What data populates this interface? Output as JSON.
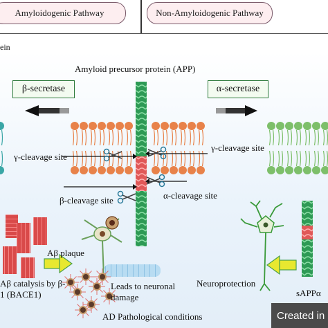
{
  "header": {
    "left_pathway": "Amyloidogenic Pathway",
    "right_pathway": "Non-Amyloidogenic Pathway",
    "cut_label": "ein"
  },
  "diagram": {
    "app_label": "Amyloid precursor protein (APP)",
    "beta_secretase": "β-secretase",
    "alpha_secretase": "α-secretase",
    "gamma_site_left": "γ-cleavage site",
    "gamma_site_right": "γ-cleavage site",
    "beta_site": "β-cleavage site",
    "alpha_site": "α-cleavage site",
    "abeta_plaque": "Aβ plaque",
    "abeta_catalysis_line1": "Aβ catalysis by β-",
    "abeta_catalysis_line2": "1 (BACE1)",
    "neuronal_line1": "Leads to neuronal",
    "neuronal_line2": "damage",
    "ad_conditions": "AD Pathological conditions",
    "neuroprotection": "Neuroprotection",
    "sapp": "sAPPα"
  },
  "watermark": "Created in",
  "colors": {
    "lipid_orange": "#e8824a",
    "lipid_green": "#7dbf6a",
    "app_green": "#3aa35a",
    "app_red": "#e25a5a",
    "lipid_teal": "#3aa6a6"
  }
}
